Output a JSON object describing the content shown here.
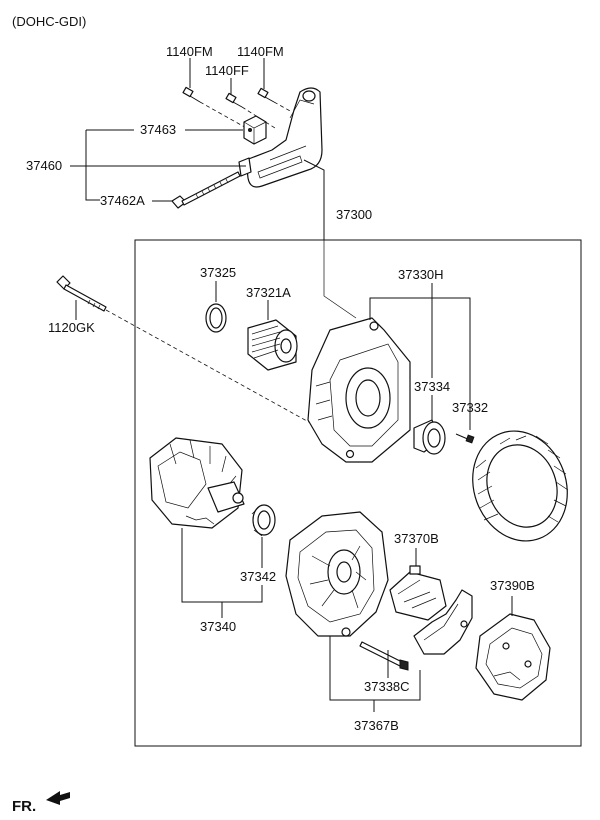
{
  "header": {
    "variant": "(DOHC-GDI)"
  },
  "footer": {
    "front_label": "FR."
  },
  "labels": {
    "p1140FM_left": "1140FM",
    "p1140FM_right": "1140FM",
    "p1140FF": "1140FF",
    "p37463": "37463",
    "p37460": "37460",
    "p37462A": "37462A",
    "p37300": "37300",
    "p37325": "37325",
    "p37321A": "37321A",
    "p37330H": "37330H",
    "p1120GK": "1120GK",
    "p37334": "37334",
    "p37332": "37332",
    "p37370B": "37370B",
    "p37390B": "37390B",
    "p37342": "37342",
    "p37340": "37340",
    "p37338C": "37338C",
    "p37367B": "37367B"
  }
}
